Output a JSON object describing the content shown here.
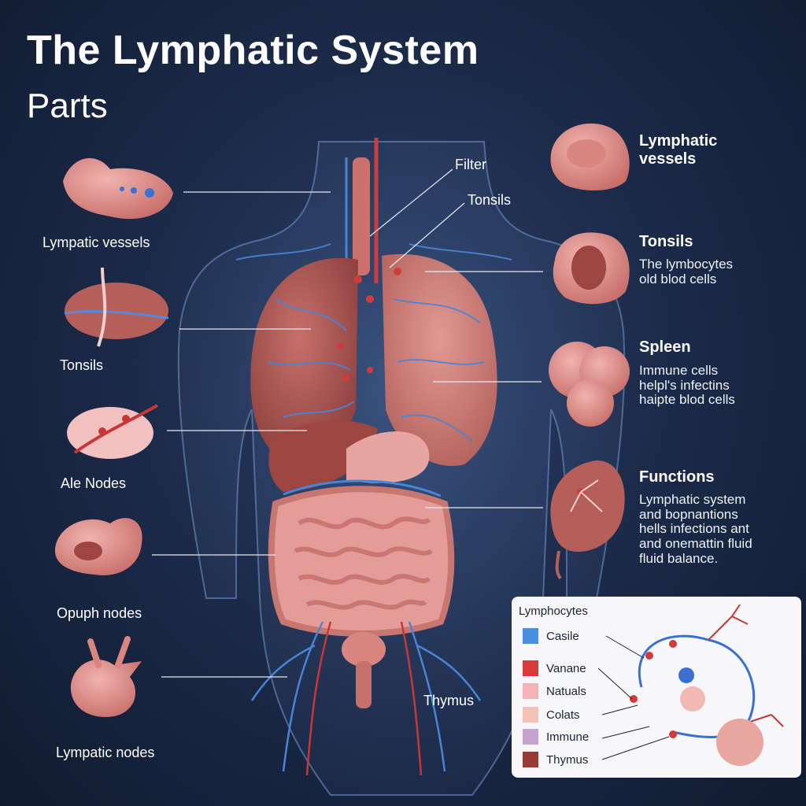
{
  "header": {
    "title": "The Lymphatic System",
    "subtitle": "Parts"
  },
  "left_labels": [
    "Lympatic vessels",
    "Tonsils",
    "Ale Nodes",
    "Opuph nodes",
    "Lympatic nodes"
  ],
  "center_labels": {
    "filter": "Filter",
    "tonsils": "Tonsils",
    "thymus": "Thymus"
  },
  "right_panels": [
    {
      "heading": "Lymphatic\nvessels",
      "lines": []
    },
    {
      "heading": "Tonsils",
      "lines": [
        "The lymbocytes",
        "old blod cells"
      ]
    },
    {
      "heading": "Spleen",
      "lines": [
        "Immune cells",
        "helpl's infectins",
        "haipte blod cells"
      ]
    },
    {
      "heading": "Functions",
      "lines": [
        "Lymphatic system",
        "and bopnantions",
        "hells infections ant",
        "and onemattin fluid",
        "fluid balance."
      ]
    }
  ],
  "legend": {
    "title": "Lymphocytes",
    "items": [
      {
        "label": "Casile",
        "color": "#4a90e2"
      },
      {
        "label": "Vanane",
        "color": "#d83a3a"
      },
      {
        "label": "Natuals",
        "color": "#f2b4b4"
      },
      {
        "label": "Colats",
        "color": "#f5c2b8"
      },
      {
        "label": "Immune",
        "color": "#c7a4cf"
      },
      {
        "label": "Thymus",
        "color": "#9a3a35"
      }
    ]
  }
}
